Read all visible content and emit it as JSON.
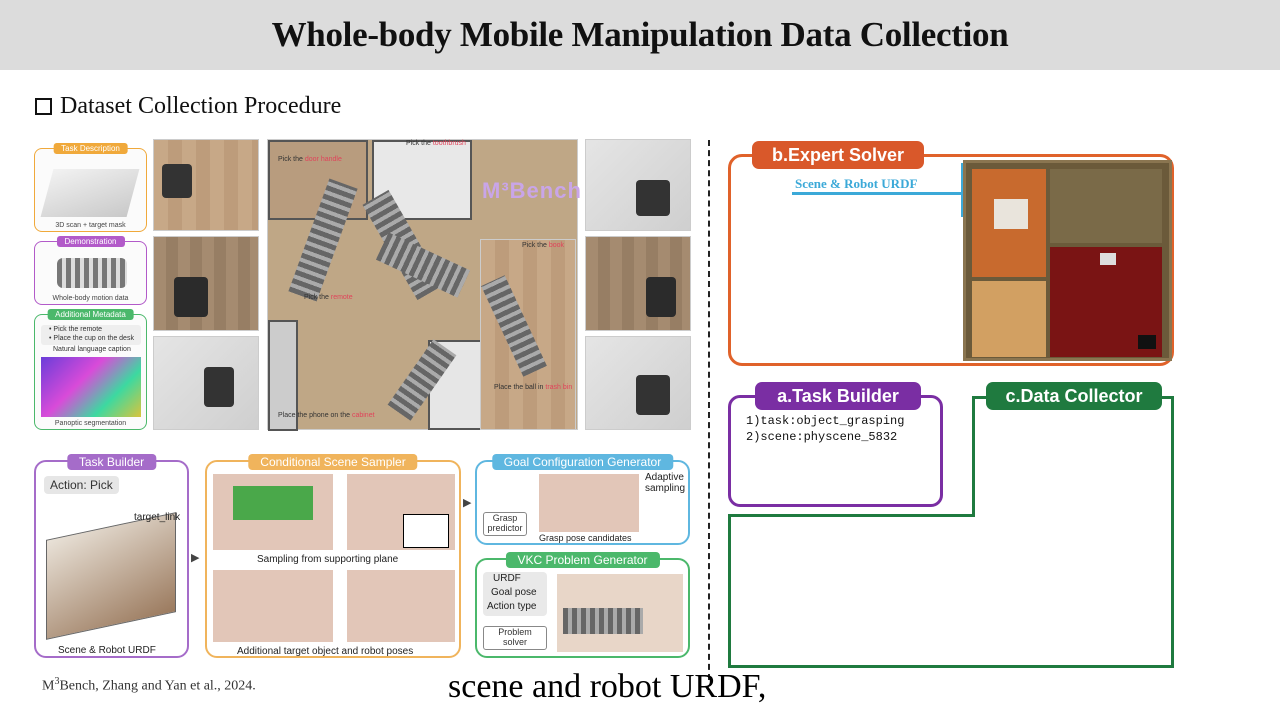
{
  "header": {
    "title": "Whole-body Mobile Manipulation Data Collection"
  },
  "section": {
    "title": "Dataset Collection Procedure"
  },
  "figure": {
    "side_panels": [
      {
        "tag": "Task Description",
        "caption": "3D scan + target mask",
        "tag_color": "#f0a93b"
      },
      {
        "tag": "Demonstration",
        "caption": "Whole-body motion data",
        "tag_color": "#b25ac9"
      },
      {
        "tag": "Additional Metadata",
        "items": [
          "• Pick the remote",
          "• Place the cup on the desk"
        ],
        "item_caption": "Natural language caption",
        "caption": "Panoptic segmentation",
        "tag_color": "#4bb86b"
      }
    ],
    "logo": "M³Bench",
    "scene_labels": {
      "door_handle": {
        "prefix": "Pick the ",
        "highlight": "door handle"
      },
      "toothbrush": {
        "prefix": "Pick the ",
        "highlight": "toothbrush"
      },
      "remote": {
        "prefix": "Pick the ",
        "highlight": "remote"
      },
      "book": {
        "prefix": "Pick the ",
        "highlight": "book"
      },
      "trash_bin": {
        "prefix": "Place the ball in ",
        "highlight": "trash bin"
      },
      "cabinet": {
        "prefix": "Place the phone on the ",
        "highlight": "cabinet"
      }
    },
    "pipeline": {
      "task_builder": {
        "tag": "Task Builder",
        "action": "Action: Pick",
        "target": "target_link",
        "caption": "Scene & Robot URDF",
        "color": "#a56cc9"
      },
      "scene_sampler": {
        "tag": "Conditional Scene Sampler",
        "mid_caption": "Sampling from supporting plane",
        "caption": "Additional target object and robot poses",
        "color": "#f0b45c"
      },
      "goal_generator": {
        "tag": "Goal Configuration Generator",
        "grasp_predictor": "Grasp predictor",
        "adaptive": "Adaptive sampling",
        "candidates": "Grasp pose candidates",
        "color": "#5fb7e0"
      },
      "vkc_generator": {
        "tag": "VKC Problem Generator",
        "inputs": [
          "URDF",
          "Goal pose",
          "Action type"
        ],
        "solver": "Problem solver",
        "color": "#4bb86b"
      }
    }
  },
  "right": {
    "expert_solver": {
      "label": "b.Expert Solver",
      "scene_label": "Scene & Robot URDF"
    },
    "task_builder": {
      "label": "a.Task Builder",
      "lines": [
        "1)task:object_grasping",
        "2)scene:physcene_5832"
      ]
    },
    "data_collector": {
      "label": "c.Data Collector"
    }
  },
  "citation": {
    "prefix": "M",
    "sup": "3",
    "suffix": "Bench, Zhang and Yan et al., 2024."
  },
  "subtitle": "scene and robot URDF,"
}
